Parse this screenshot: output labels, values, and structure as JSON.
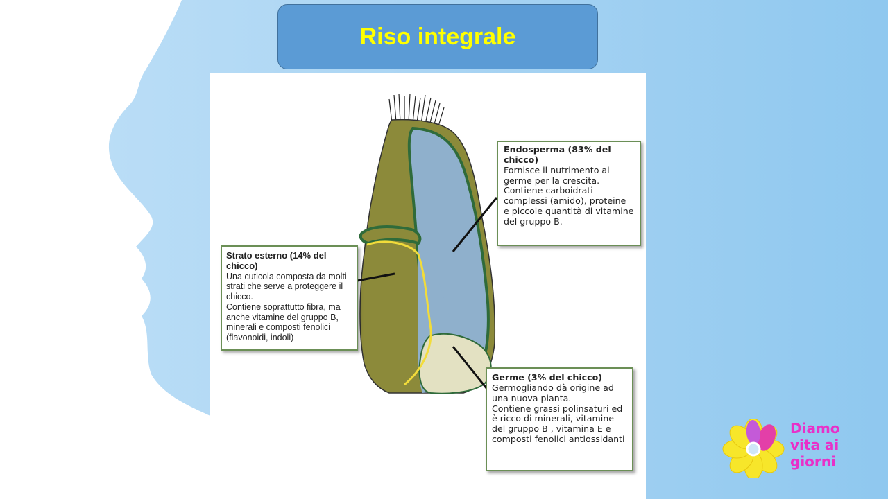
{
  "slide": {
    "title": "Riso integrale"
  },
  "callouts": {
    "strato": {
      "heading": "Strato esterno (14% del chicco)",
      "body": "Una cuticola composta da molti strati che serve a proteggere il chicco.\nContiene soprattutto fibra, ma anche vitamine del gruppo B, minerali e composti fenolici (flavonoidi, indoli)"
    },
    "endosperma": {
      "heading": "Endosperma (83% del chicco)",
      "body": "Fornisce il nutrimento al germe per la crescita.\nContiene carboidrati complessi (amido), proteine e piccole quantità di vitamine del gruppo B."
    },
    "germe": {
      "heading": "Germe (3% del chicco)",
      "body": "Germogliando dà origine ad una nuova pianta.\nContiene grassi polinsaturi ed è ricco di minerali, vitamine del gruppo B , vitamina E e composti fenolici antiossidanti"
    }
  },
  "logo": {
    "line1": "Diamo",
    "line2": "vita ai",
    "line3": "giorni"
  },
  "colors": {
    "title_bg": "#5b9bd5",
    "title_text": "#ffff00",
    "bran": "#8c8a3a",
    "endosperm": "#8fb0cc",
    "germ": "#e3e1c2",
    "layer": "#2f6b3a",
    "aleurone": "#f2dc3a",
    "callout_border": "#6b8f56",
    "logo_text": "#e830c8"
  }
}
